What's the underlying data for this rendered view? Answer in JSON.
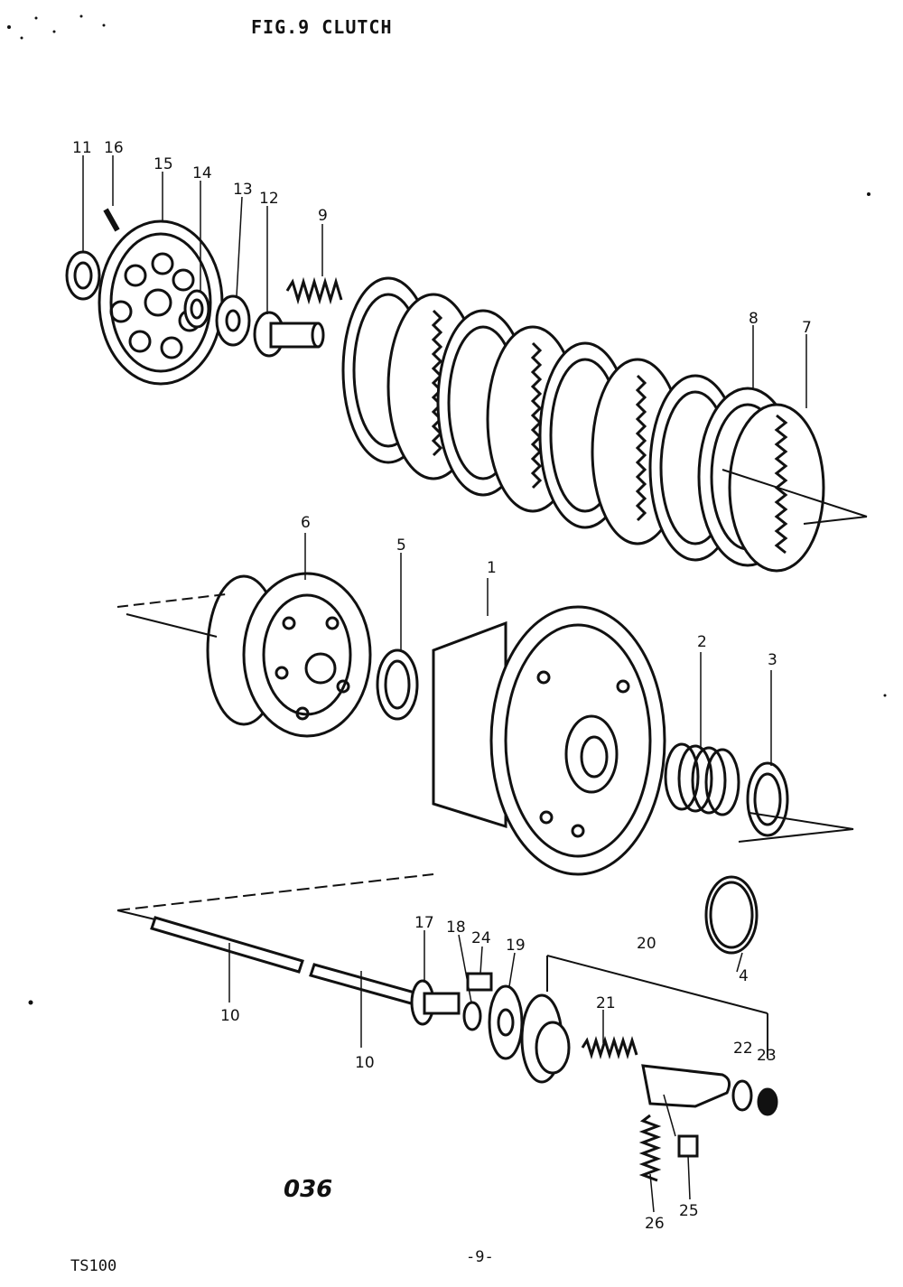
{
  "header": {
    "title": "FIG.9 CLUTCH"
  },
  "footer": {
    "code": "036",
    "model": "TS100",
    "page_number": "-9-"
  },
  "callouts": [
    "1",
    "2",
    "3",
    "4",
    "5",
    "6",
    "7",
    "8",
    "9",
    "10",
    "10",
    "11",
    "12",
    "13",
    "14",
    "15",
    "16",
    "17",
    "18",
    "19",
    "20",
    "21",
    "22",
    "23",
    "24",
    "25",
    "26"
  ],
  "ink_color": "#111111"
}
